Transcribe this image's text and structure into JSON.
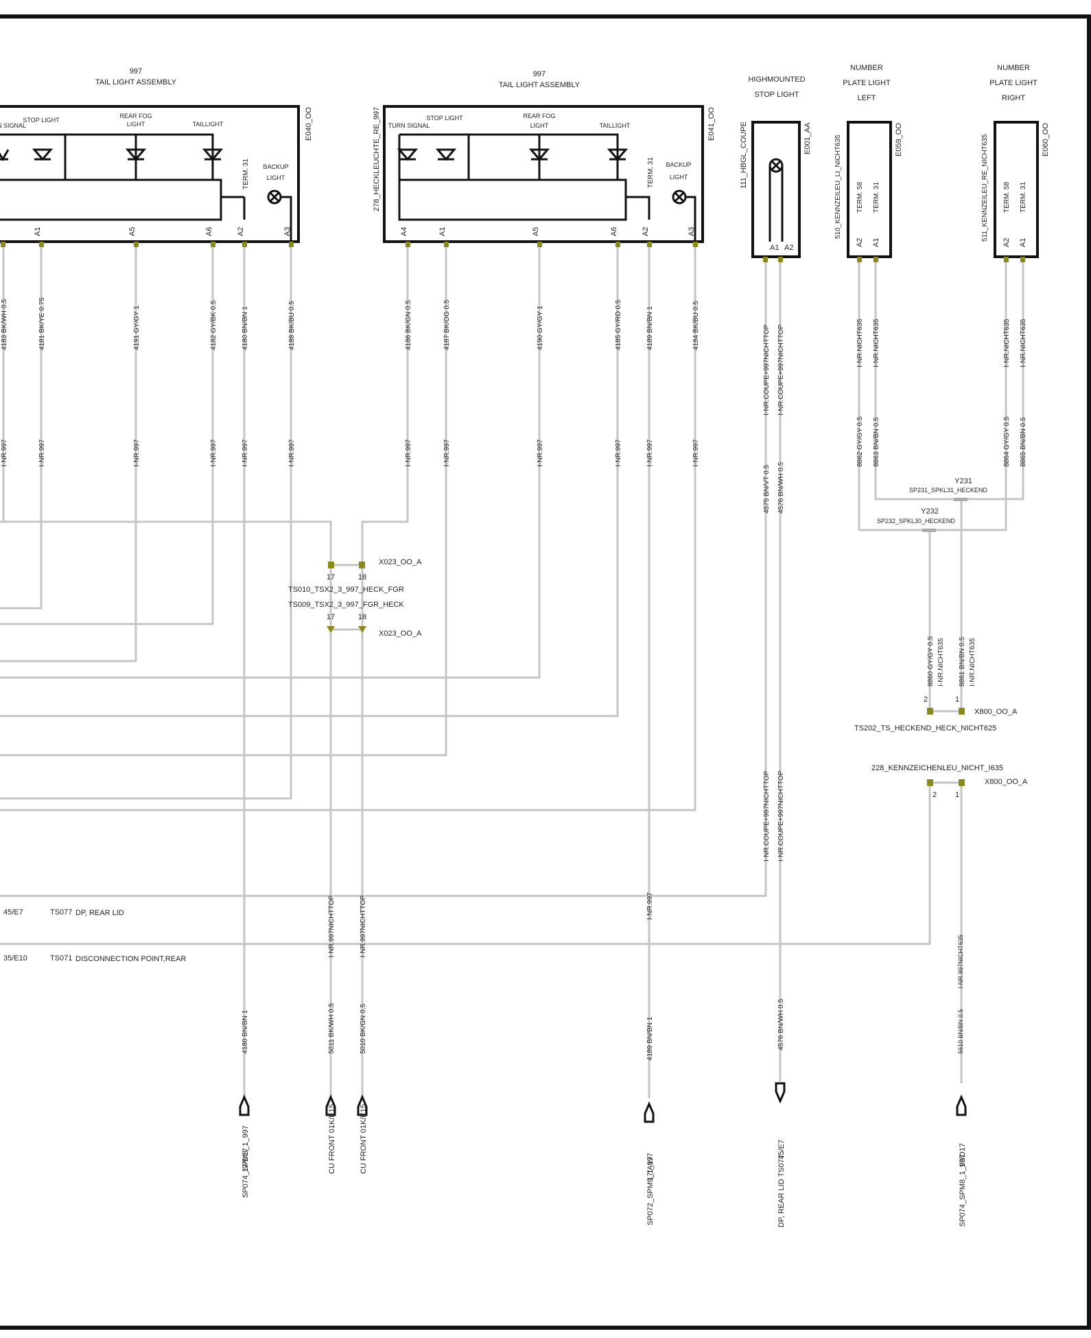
{
  "colors": {
    "wire": "#c4c4c4",
    "frame": "#111111",
    "pin": "#8a8a1a"
  },
  "left_assembly": {
    "num": "997",
    "title": "TAIL LIGHT ASSEMBLY",
    "id": "E040_OO",
    "turn": "TURN SIGNAL",
    "stop": "STOP LIGHT",
    "fog1": "REAR FOG",
    "fog2": "LIGHT",
    "tail": "TAILLIGHT",
    "backup1": "BACKUP",
    "backup2": "LIGHT",
    "term31": "TERM. 31",
    "pins": [
      "A1",
      "A5",
      "A6",
      "A2",
      "A3"
    ],
    "wires": [
      "4183 BK/WH 0.5",
      "4181 BK/YE 0.75",
      "4191 GY/GY 1",
      "4182 GY/BK 0.5",
      "4180 BN/BN 1",
      "4188 BK/BU 0.5"
    ]
  },
  "right_assembly": {
    "num": "997",
    "title": "TAIL LIGHT ASSEMBLY",
    "id": "E041_OO",
    "side": "278_HECKLEUCHTE_RE_997",
    "turn": "TURN SIGNAL",
    "stop": "STOP LIGHT",
    "fog1": "REAR FOG",
    "fog2": "LIGHT",
    "tail": "TAILLIGHT",
    "backup1": "BACKUP",
    "backup2": "LIGHT",
    "term31": "TERM. 31",
    "pins": [
      "A4",
      "A1",
      "A5",
      "A6",
      "A2",
      "A3"
    ],
    "wires": [
      "4186 BK/GN 0.5",
      "4187 BK/OG 0.5",
      "4190 GY/GY 1",
      "4185 GY/RD 0.5",
      "4189 BN/BN 1",
      "4184 BK/BU 0.5"
    ]
  },
  "inr997": "I-NR.997",
  "hbgl": {
    "l1": "HIGHMOUNTED",
    "l2": "STOP LIGHT",
    "id": "E001_AA",
    "side": "111_HBGL_COUPE",
    "pins": [
      "A1",
      "A2"
    ],
    "inr": "I-NR.COUPE+997NICHTTOP",
    "wires": [
      "4575 BN/VT 0.5",
      "4576 BN/WH 0.5"
    ]
  },
  "plate_left": {
    "l1": "NUMBER",
    "l2": "PLATE LIGHT",
    "l3": "LEFT",
    "id": "E059_OO",
    "side": "510_KENNZEILEU_LI_NICHT635",
    "term58": "TERM. 58",
    "term31": "TERM. 31",
    "pins": [
      "A2",
      "A1"
    ],
    "inr": "I-NR.NICHT635",
    "wires": [
      "8862 GY/GY 0.5",
      "8863 BN/BN 0.5"
    ]
  },
  "plate_right": {
    "l1": "NUMBER",
    "l2": "PLATE LIGHT",
    "l3": "RIGHT",
    "id": "E060_OO",
    "side": "511_KENNZEILEU_RE_NICHT635",
    "term58": "TERM. 58",
    "term31": "TERM. 31",
    "pins": [
      "A2",
      "A1"
    ],
    "inr": "I-NR.NICHT635",
    "wires": [
      "8864 GY/GY 0.5",
      "8865 BN/BN 0.5"
    ]
  },
  "splices": {
    "y231": "Y231",
    "y231_sub": "SP231_SPKL31_HECKEND",
    "y232": "Y232",
    "y232_sub": "SP232_SPKL30_HECKEND"
  },
  "x023": {
    "label_top": "X023_OO_A",
    "pin17": "17",
    "pin18": "18",
    "ts010": "TS010_TSX2_3_997_HECK_FGR",
    "ts009": "TS009_TSX2_3_997_FGR_HECK",
    "label_bottom": "X023_OO_A"
  },
  "x800": {
    "wire1": "8860 GY/GY 0.5",
    "wire2": "8861 BN/BN 0.5",
    "inr": "I-NR.NICHT635",
    "pin2": "2",
    "pin1": "1",
    "label": "X800_OO_A",
    "ts202": "TS202_TS_HECKEND_HECK_NICHT625",
    "k228": "228_KENNZEICHENLEU_NICHT_I635",
    "label2": "X800_OO_A"
  },
  "vertical_labels": {
    "coupe": "I-NR.COUPE+997NICHTTOP",
    "nichttop1": "I-NR.997NICHTTOP",
    "nichttop2": "I-NR.997NICHTTOP",
    "inr997": "I-NR.997",
    "inr997n635": "I-NR.997NICHT635"
  },
  "ref_rows": {
    "r1_ref": "45/E7",
    "r1_ts": "TS077",
    "r1_desc": "DP, REAR LID",
    "r2_ref": "35/E10",
    "r2_ts": "TS071",
    "r2_desc": "DISCONNECTION POINT,REAR"
  },
  "bottom": {
    "w1": "4180 BN/BN 1",
    "w2": "5011 BK/WH 0.5",
    "w3": "5010 BK/GN 0.5",
    "w4": "4189 BN/BN 1",
    "w5": "4576 BN/WH 0.5",
    "w6": "5610 BN/BN 0.5",
    "d1": "SP074_SPM8_1_997",
    "d1ref": "17/D17",
    "d2": "CU FRONT 01K/E15",
    "d3": "CU FRONT 01K/E15",
    "d4": "SP072_SPM9_1_997",
    "d4ref": "17/A17",
    "d5": "DP, REAR LID TS077",
    "d5ref": "45/E7",
    "d6": "SP074_SPM8_1_997",
    "d6ref": "17/D17"
  }
}
